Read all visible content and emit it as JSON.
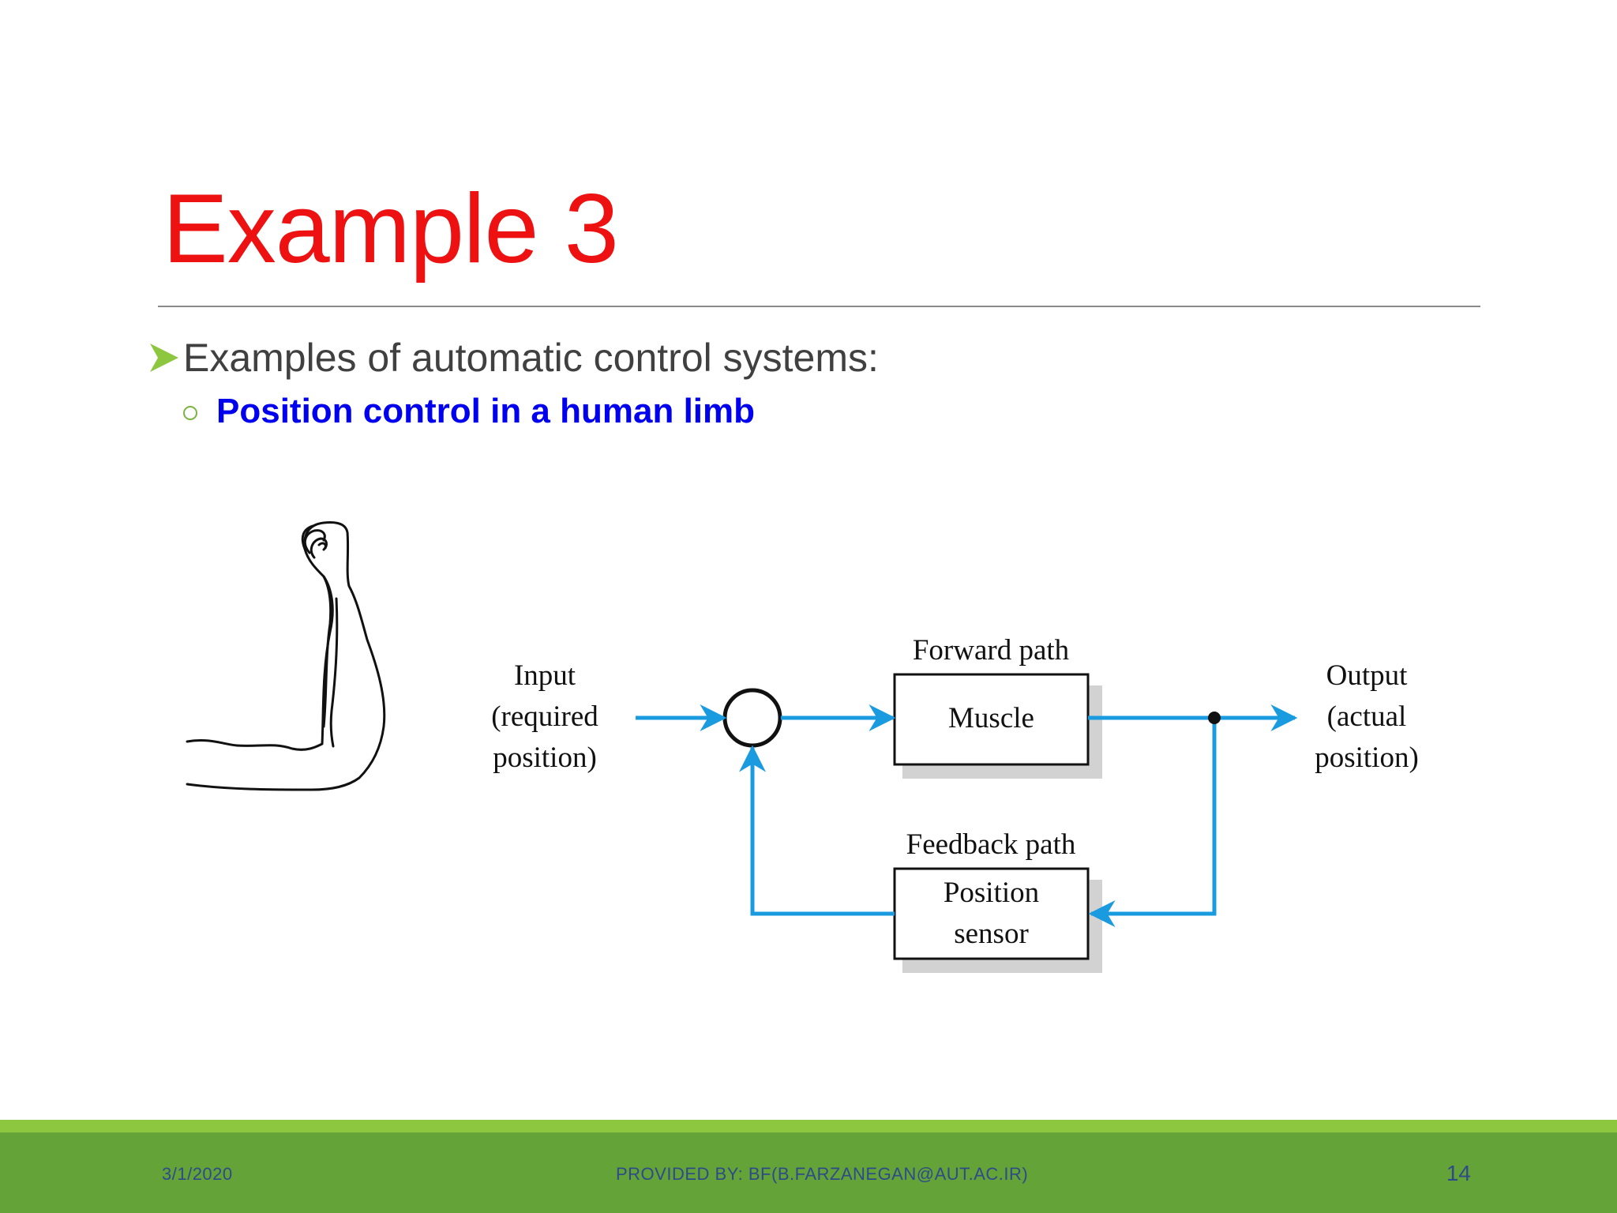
{
  "slide": {
    "title": "Example 3",
    "bullet_main": "Examples of automatic control systems:",
    "bullet_sub": "Position control in a human limb"
  },
  "diagram": {
    "input_label": [
      "Input",
      "(required",
      "position)"
    ],
    "output_label": [
      "Output",
      "(actual",
      "position)"
    ],
    "forward_path_label": "Forward path",
    "feedback_path_label": "Feedback path",
    "forward_block": [
      "Muscle"
    ],
    "feedback_block": [
      "Position",
      "sensor"
    ]
  },
  "footer": {
    "date": "3/1/2020",
    "credit": "PROVIDED BY: BF(B.FARZANEGAN@AUT.AC.IR)",
    "page": "14"
  },
  "colors": {
    "title": "#ee1111",
    "sub_bullet": "#0000ee",
    "signal_line": "#1a9be0",
    "footer_green": "#64a337",
    "footer_strip": "#8dc63f"
  }
}
